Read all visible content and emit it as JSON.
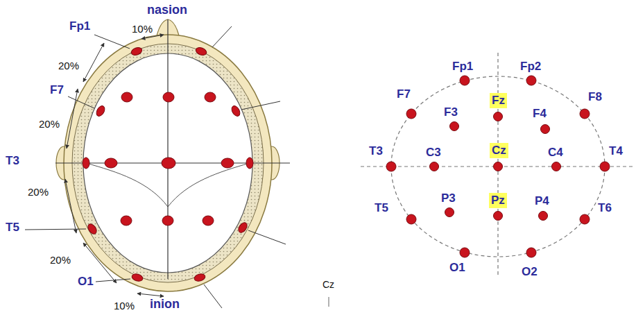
{
  "diagram": {
    "nodes": [
      {
        "text": [
          "Fz"
        ]
      },
      {
        "text": [
          "Cz"
        ]
      },
      {
        "text": [
          "Pz"
        ]
      }
    ],
    "labels": [
      "nasion",
      "Fp1",
      "10%",
      "20%",
      "F7",
      "20%",
      "T3",
      "20%",
      "T5",
      "20%",
      "O1",
      "10%",
      "inion",
      "Fp1",
      "Fp2",
      "F7",
      "F3",
      "F4",
      "F8",
      "T3",
      "C3",
      "C4",
      "T4",
      "T5",
      "P3",
      "P4",
      "T6",
      "O1",
      "O2",
      "Cz"
    ]
  }
}
